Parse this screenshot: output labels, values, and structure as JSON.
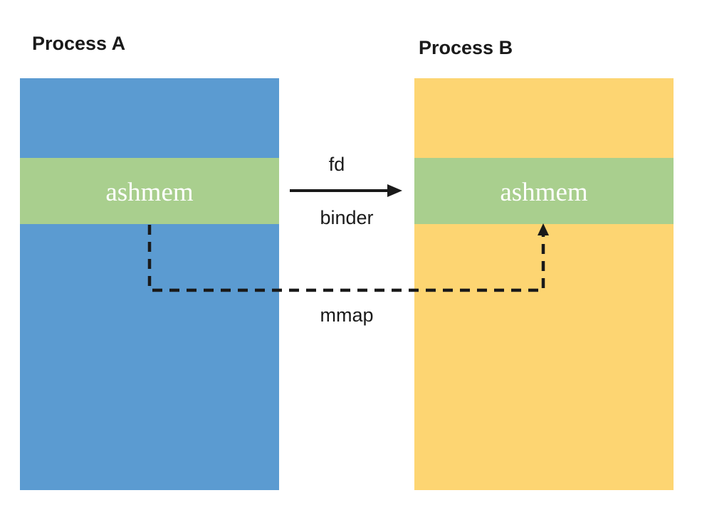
{
  "diagram": {
    "process_a": {
      "title": "Process A",
      "region_label": "ashmem"
    },
    "process_b": {
      "title": "Process B",
      "region_label": "ashmem"
    },
    "connectors": {
      "fd_label": "fd",
      "binder_label": "binder",
      "mmap_label": "mmap"
    }
  },
  "colors": {
    "process_a_fill": "#5b9bd1",
    "process_b_fill": "#fdd572",
    "ashmem_fill": "#a9cf8e",
    "connector_stroke": "#1a1a1a"
  }
}
